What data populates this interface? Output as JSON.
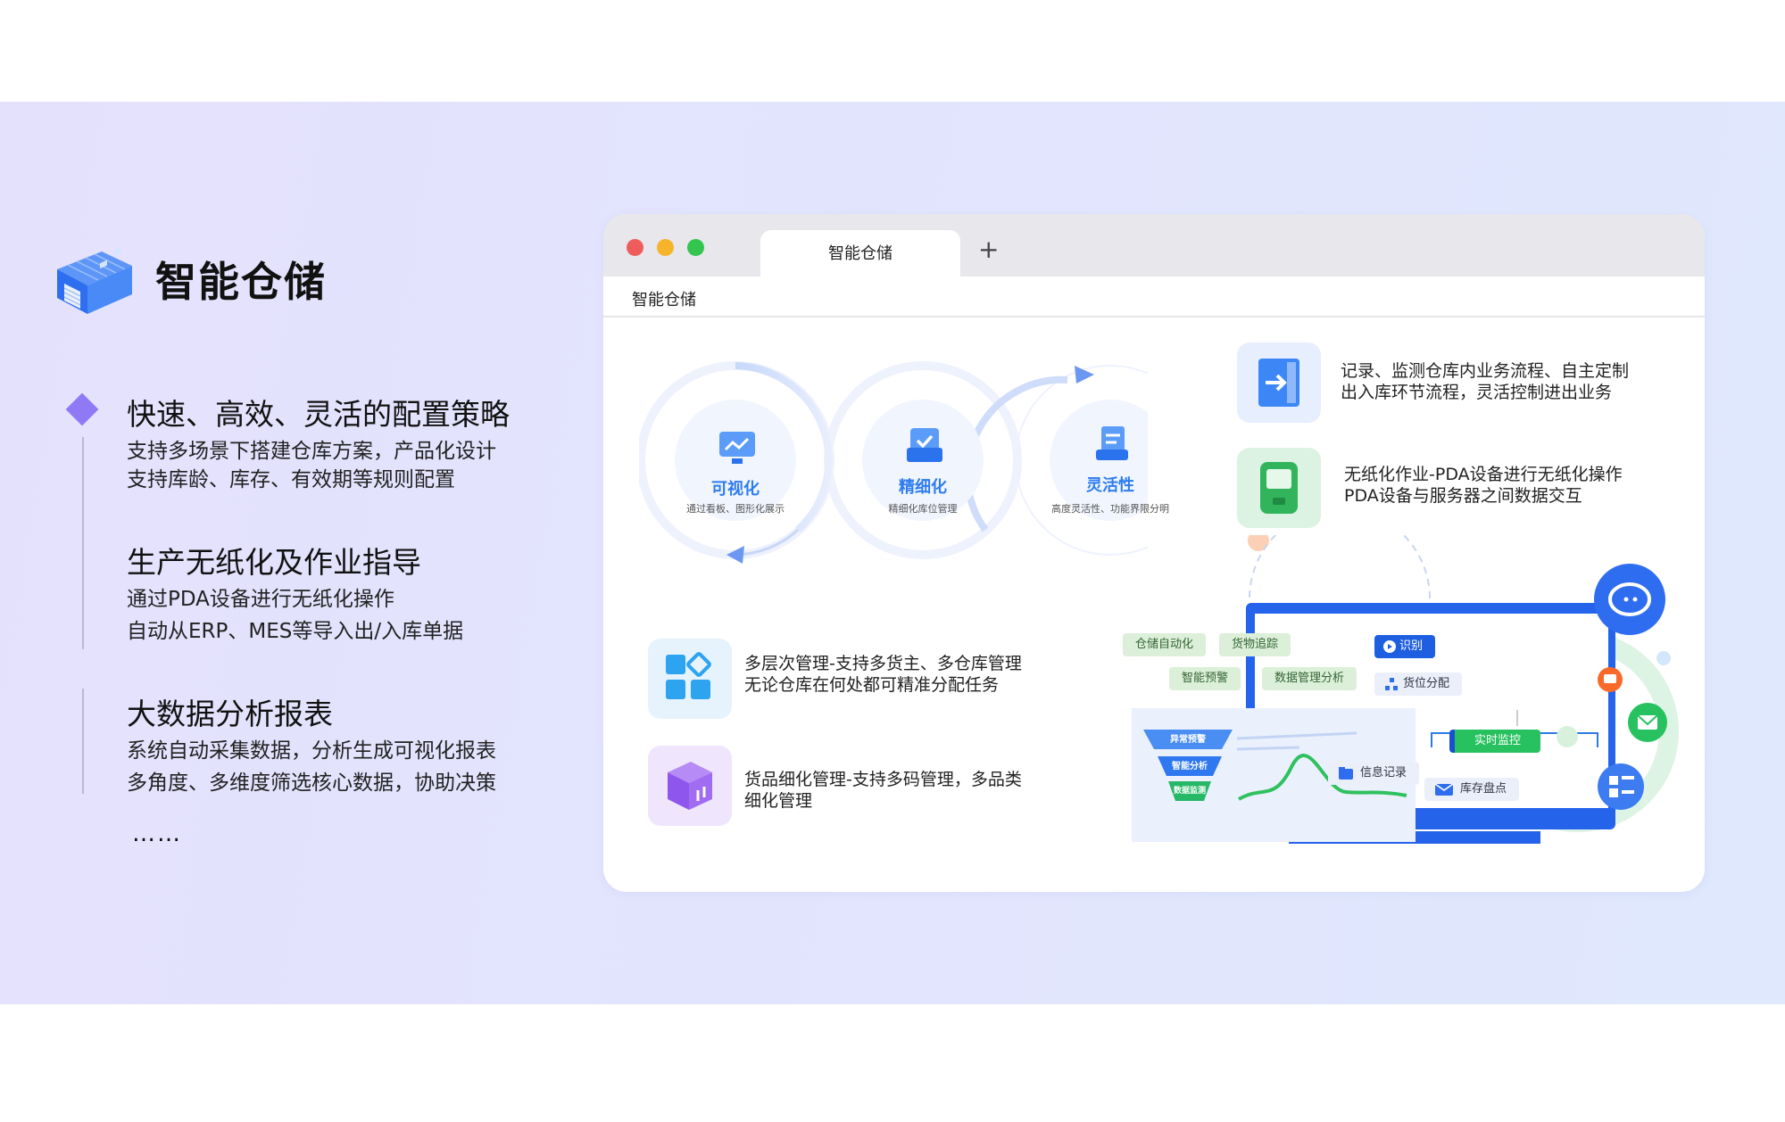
{
  "header": {
    "title": "智能仓储"
  },
  "features": [
    {
      "title": "快速、高效、灵活的配置策略",
      "lines": [
        "支持多场景下搭建仓库方案，产品化设计",
        "支持库龄、库存、有效期等规则配置"
      ]
    },
    {
      "title": "生产无纸化及作业指导",
      "lines": [
        "通过PDA设备进行无纸化操作",
        "自动从ERP、MES等导入出/入库单据"
      ]
    },
    {
      "title": "大数据分析报表",
      "lines": [
        "系统自动采集数据，分析生成可视化报表",
        "多角度、多维度筛选核心数据，协助决策"
      ]
    }
  ],
  "ellipsis": "……",
  "browser": {
    "tab_label": "智能仓储",
    "new_tab": "+",
    "address": "智能仓储",
    "dots": [
      "#ee5d5b",
      "#f5b42a",
      "#34c54e"
    ]
  },
  "cycle": [
    {
      "label": "可视化",
      "sub": "通过看板、图形化展示",
      "icon": "monitor-chart-icon"
    },
    {
      "label": "精细化",
      "sub": "精细化库位管理",
      "icon": "checklist-box-icon"
    },
    {
      "label": "灵活性",
      "sub": "高度灵活性、功能界限分明",
      "icon": "document-stack-icon"
    }
  ],
  "right_rows": [
    {
      "lines": [
        "记录、监测仓库内业务流程、自主定制",
        "出入库环节流程，灵活控制进出业务"
      ],
      "icon": "enter-arrow-icon"
    },
    {
      "lines": [
        "无纸化作业-PDA设备进行无纸化操作",
        "PDA设备与服务器之间数据交互"
      ],
      "icon": "pda-device-icon"
    }
  ],
  "left_rows": [
    {
      "lines": [
        "多层次管理-支持多货主、多仓库管理",
        "无论仓库在何处都可精准分配任务"
      ],
      "icon": "grid-blocks-icon"
    },
    {
      "lines": [
        "货品细化管理-支持多码管理，多品类",
        "细化管理"
      ],
      "icon": "package-box-icon"
    }
  ],
  "illustration": {
    "chips_green": [
      "仓储自动化",
      "货物追踪",
      "智能预警",
      "数据管理分析"
    ],
    "identify": "识别",
    "location": "货位分配",
    "realtime": "实时监控",
    "info_record": "信息记录",
    "inventory": "库存盘点",
    "funnel": [
      "异常预警",
      "智能分析",
      "数据监测"
    ]
  },
  "colors": {
    "accent": "#2d7cf0",
    "diamond": "#8f79f5",
    "band": "#e3e4fd"
  }
}
